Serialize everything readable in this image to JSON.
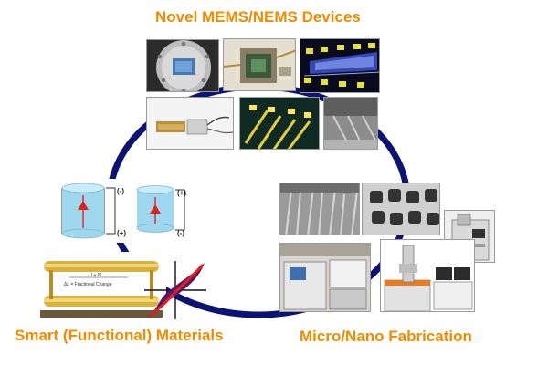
{
  "titles": {
    "top": "Novel MEMS/NEMS Devices",
    "left": "Smart (Functional) Materials",
    "right": "Micro/Nano Fabrication"
  },
  "colors": {
    "title_orange": "#f08c00",
    "ring_navy": "#0b1472",
    "arrow_red": "#e0201c",
    "cylinder_blue": "#9fd8ee"
  },
  "cylinder_labels": {
    "left_top": "(-)",
    "left_bottom": "(+)",
    "right_top": "(+)",
    "right_bottom": "(-)"
  },
  "actuator_labels": {
    "equation": "ΔL = Fractional Change",
    "mark": "l + δl"
  },
  "icons": [
    "ring-cycle",
    "sensor-chip-photo",
    "packaged-device-photo",
    "mems-wafer-photo",
    "probe-assembly-photo",
    "microbeam-array-photo",
    "micro-gripper-photo",
    "nanowire-sem-photo",
    "porous-sem-photo",
    "fab-tool-photo",
    "sem-system-photo",
    "lab-bench-photo",
    "piezo-cylinder-icon",
    "actuator-rods-icon",
    "hysteresis-loop-icon"
  ]
}
